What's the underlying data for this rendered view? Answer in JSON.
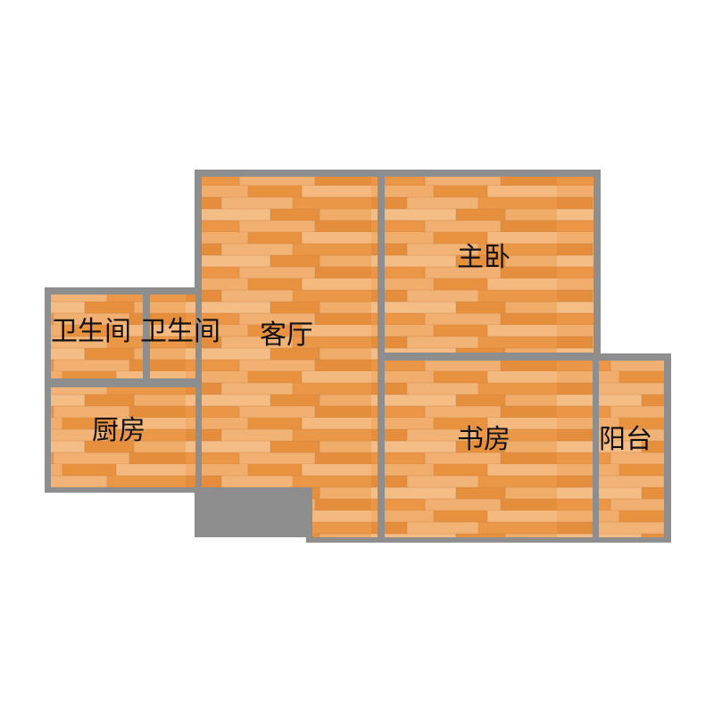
{
  "floor_plan": {
    "rooms": {
      "bathroom_1": {
        "label": "卫生间"
      },
      "bathroom_2": {
        "label": "卫生间"
      },
      "kitchen": {
        "label": "厨房"
      },
      "living_room": {
        "label": "客厅"
      },
      "master_bedroom": {
        "label": "主卧"
      },
      "study": {
        "label": "书房"
      },
      "balcony": {
        "label": "阳台"
      }
    }
  },
  "colors": {
    "wall": "#8e8e8e",
    "floor_base": "#ec9a4c",
    "plank_light": "#f2b679",
    "plank_dark": "#e08a38",
    "seam": "#c07a3a"
  }
}
